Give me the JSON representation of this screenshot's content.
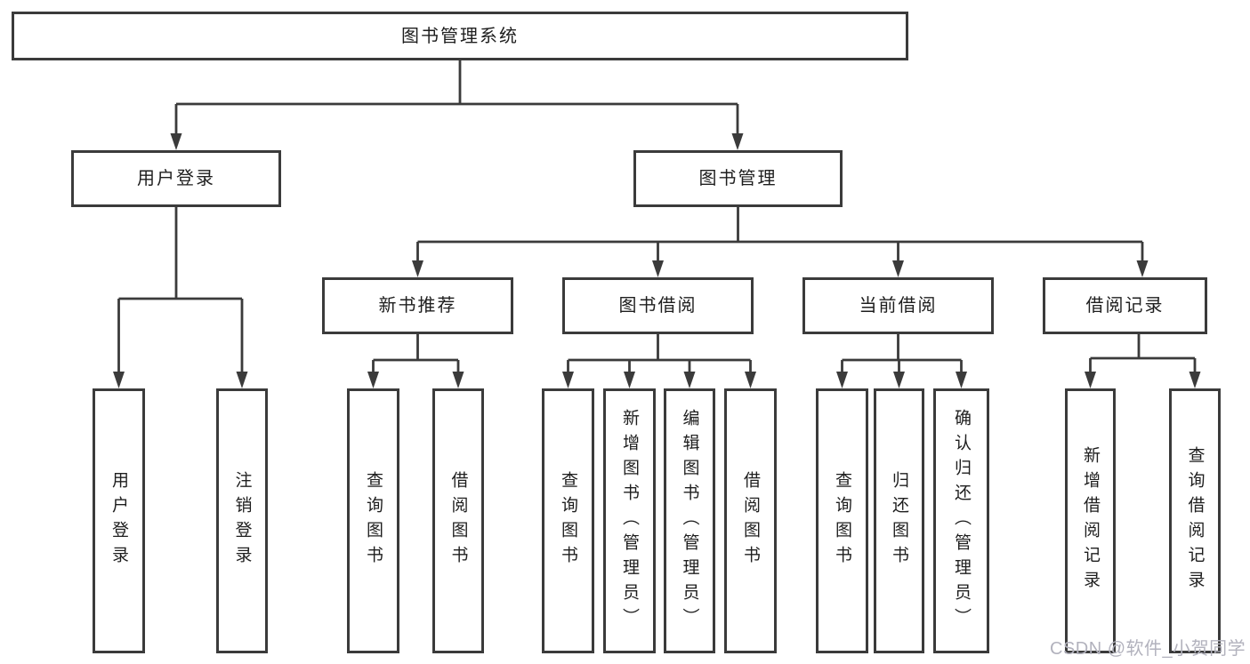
{
  "tree": {
    "root": {
      "label": "图书管理系统"
    },
    "branches": [
      {
        "label": "用户登录",
        "children": [
          {
            "label": "用户登录"
          },
          {
            "label": "注销登录"
          }
        ]
      },
      {
        "label": "图书管理",
        "sections": [
          {
            "label": "新书推荐",
            "children": [
              {
                "label": "查询图书"
              },
              {
                "label": "借阅图书"
              }
            ]
          },
          {
            "label": "图书借阅",
            "children": [
              {
                "label": "查询图书"
              },
              {
                "label": "新增图书（管理员）"
              },
              {
                "label": "编辑图书（管理员）"
              },
              {
                "label": "借阅图书"
              }
            ]
          },
          {
            "label": "当前借阅",
            "children": [
              {
                "label": "查询图书"
              },
              {
                "label": "归还图书"
              },
              {
                "label": "确认归还（管理员）"
              }
            ]
          },
          {
            "label": "借阅记录",
            "children": [
              {
                "label": "新增借阅记录"
              },
              {
                "label": "查询借阅记录"
              }
            ]
          }
        ]
      }
    ]
  },
  "watermark": {
    "text": "CSDN @软件_小贺同学"
  },
  "colors": {
    "line": "#3b3b3b",
    "box_background": "#ffffff",
    "text": "#1e1e1e",
    "watermark": "#b2b2bd"
  }
}
